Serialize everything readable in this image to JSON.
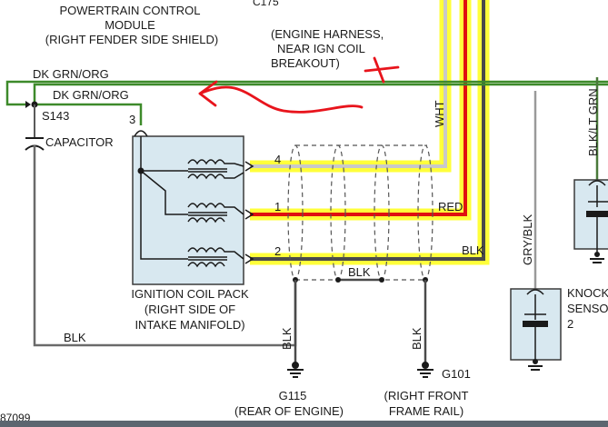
{
  "pcm": {
    "line1": "POWERTRAIN CONTROL",
    "line2": "MODULE",
    "line3": "(RIGHT FENDER SIDE SHIELD)"
  },
  "top_partial": "C175",
  "harness_note": {
    "line1": "(ENGINE HARNESS,",
    "line2": "NEAR IGN COIL",
    "line3": "BREAKOUT)"
  },
  "wires": {
    "dk_grn_org_top": "DK GRN/ORG",
    "dk_grn_org_lower": "DK GRN/ORG",
    "wht": "WHT",
    "red": "RED",
    "blk_right": "BLK",
    "blk_shield": "BLK",
    "blk_bottom": "BLK",
    "blk_g115": "BLK",
    "blk_g101": "BLK",
    "blk_lt_grn": "BLK/LT GRN",
    "gry_blk": "GRY/BLK"
  },
  "splice": "S143",
  "pin3": "3",
  "capacitor": "CAPACITOR",
  "coil_pins": [
    "4",
    "1",
    "2"
  ],
  "coil_pack": {
    "line1": "IGNITION COIL PACK",
    "line2": "(RIGHT SIDE OF",
    "line3": "INTAKE MANIFOLD)"
  },
  "g115": {
    "id": "G115",
    "desc": "(REAR OF ENGINE)"
  },
  "g101": {
    "id": "G101",
    "desc1": "(RIGHT FRONT",
    "desc2": "FRAME RAIL)"
  },
  "knock_sensor": {
    "line1": "KNOCK",
    "line2": "SENSOR",
    "line3": "2"
  },
  "page_number": "87099",
  "colors": {
    "highlight": "#ffff3a",
    "dk_grn_org": "#3d8a2a",
    "red_wire": "#e01010",
    "wht_wire": "#d8d8d8",
    "blk_wire": "#4a4a4a",
    "annotation": "#e8141c",
    "component_fill": "#d8e8f0"
  }
}
